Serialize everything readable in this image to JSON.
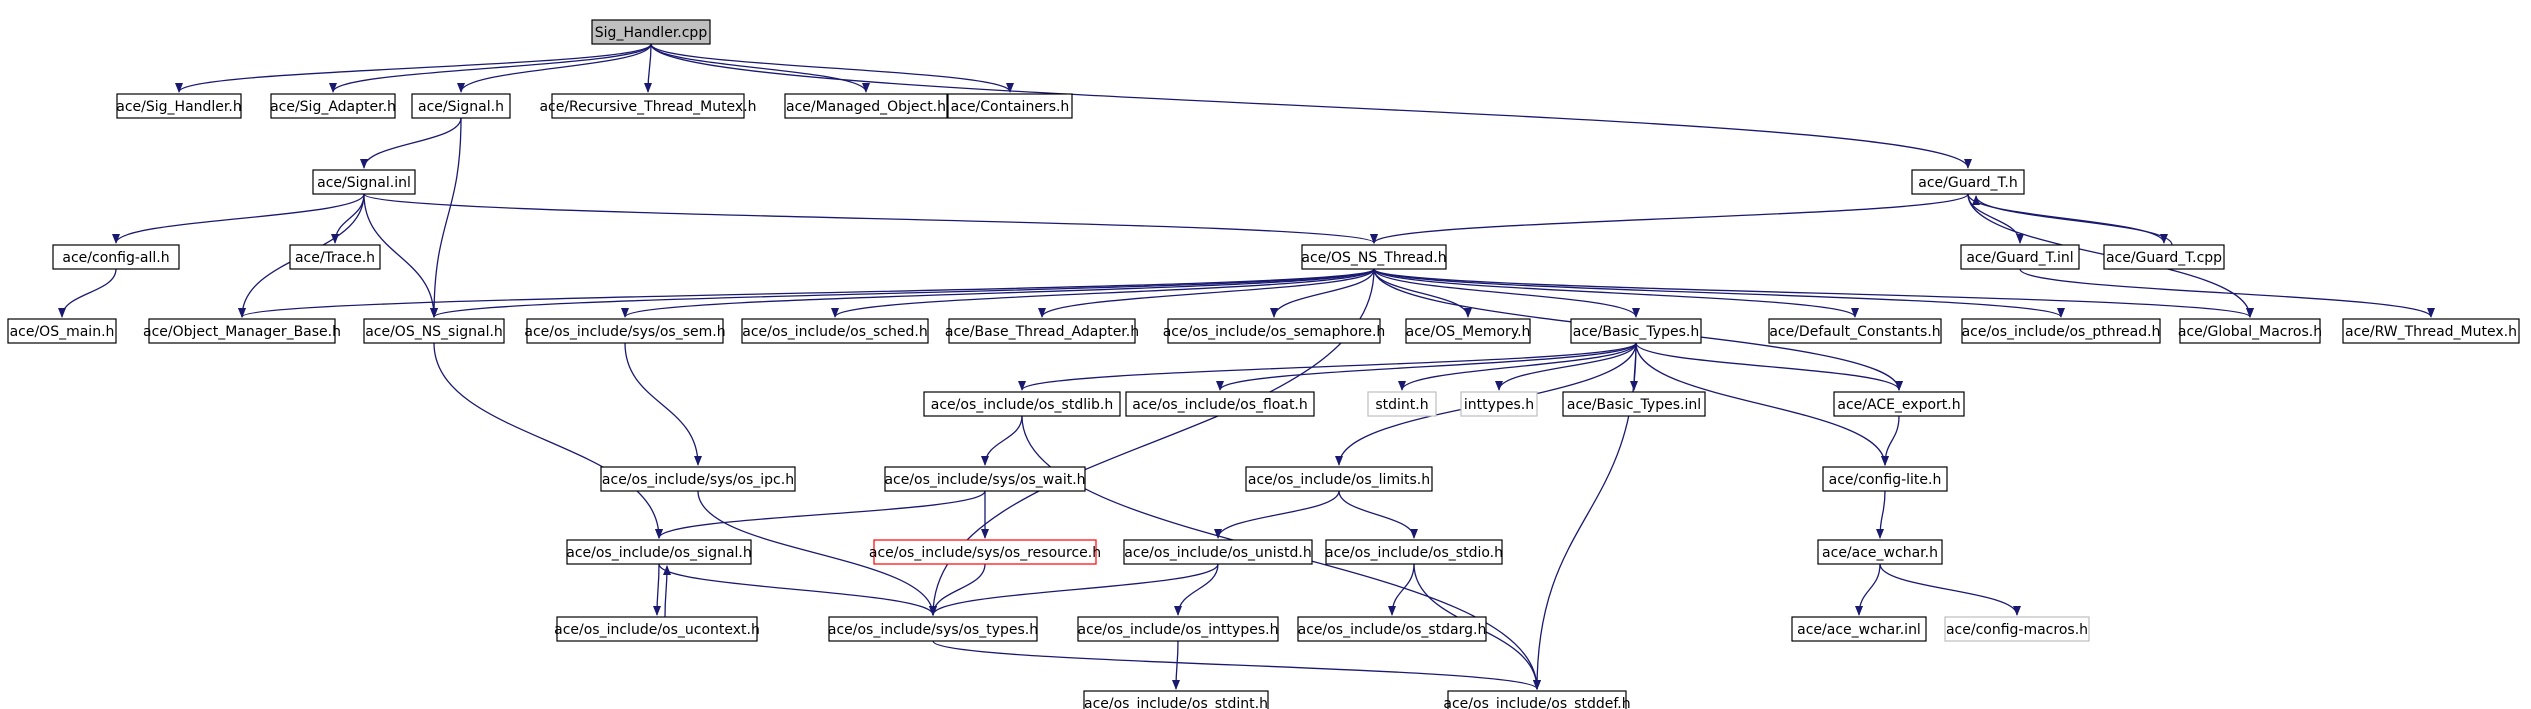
{
  "colors": {
    "edge": "#191970",
    "node_border": "#000000",
    "root_fill": "#bfbfbf",
    "missing_border": "#ff0000",
    "external_border": "#bfbfbf",
    "external_text": "#7f7f7f"
  },
  "nodes": [
    {
      "id": "sig_handler_cpp",
      "label": "Sig_Handler.cpp",
      "kind": "root"
    },
    {
      "id": "sig_handler_h",
      "label": "ace/Sig_Handler.h",
      "kind": "normal"
    },
    {
      "id": "sig_adapter_h",
      "label": "ace/Sig_Adapter.h",
      "kind": "normal"
    },
    {
      "id": "signal_h",
      "label": "ace/Signal.h",
      "kind": "normal"
    },
    {
      "id": "rtm_h",
      "label": "ace/Recursive_Thread_Mutex.h",
      "kind": "normal"
    },
    {
      "id": "managed_object_h",
      "label": "ace/Managed_Object.h",
      "kind": "normal"
    },
    {
      "id": "containers_h",
      "label": "ace/Containers.h",
      "kind": "normal"
    },
    {
      "id": "signal_inl",
      "label": "ace/Signal.inl",
      "kind": "normal"
    },
    {
      "id": "guard_t_h",
      "label": "ace/Guard_T.h",
      "kind": "normal"
    },
    {
      "id": "config_all_h",
      "label": "ace/config-all.h",
      "kind": "normal"
    },
    {
      "id": "trace_h",
      "label": "ace/Trace.h",
      "kind": "normal"
    },
    {
      "id": "os_ns_thread_h",
      "label": "ace/OS_NS_Thread.h",
      "kind": "normal"
    },
    {
      "id": "guard_t_inl",
      "label": "ace/Guard_T.inl",
      "kind": "normal"
    },
    {
      "id": "guard_t_cpp",
      "label": "ace/Guard_T.cpp",
      "kind": "normal"
    },
    {
      "id": "os_main_h",
      "label": "ace/OS_main.h",
      "kind": "normal"
    },
    {
      "id": "object_manager_base_h",
      "label": "ace/Object_Manager_Base.h",
      "kind": "normal"
    },
    {
      "id": "os_ns_signal_h",
      "label": "ace/OS_NS_signal.h",
      "kind": "normal"
    },
    {
      "id": "os_sem_h",
      "label": "ace/os_include/sys/os_sem.h",
      "kind": "normal"
    },
    {
      "id": "os_sched_h",
      "label": "ace/os_include/os_sched.h",
      "kind": "normal"
    },
    {
      "id": "base_thread_adapter_h",
      "label": "ace/Base_Thread_Adapter.h",
      "kind": "normal"
    },
    {
      "id": "os_semaphore_h",
      "label": "ace/os_include/os_semaphore.h",
      "kind": "normal"
    },
    {
      "id": "os_memory_h",
      "label": "ace/OS_Memory.h",
      "kind": "normal"
    },
    {
      "id": "basic_types_h",
      "label": "ace/Basic_Types.h",
      "kind": "normal"
    },
    {
      "id": "default_constants_h",
      "label": "ace/Default_Constants.h",
      "kind": "normal"
    },
    {
      "id": "os_pthread_h",
      "label": "ace/os_include/os_pthread.h",
      "kind": "normal"
    },
    {
      "id": "global_macros_h",
      "label": "ace/Global_Macros.h",
      "kind": "normal"
    },
    {
      "id": "rw_thread_mutex_h",
      "label": "ace/RW_Thread_Mutex.h",
      "kind": "normal"
    },
    {
      "id": "os_stdlib_h",
      "label": "ace/os_include/os_stdlib.h",
      "kind": "normal"
    },
    {
      "id": "os_float_h",
      "label": "ace/os_include/os_float.h",
      "kind": "normal"
    },
    {
      "id": "stdint_h",
      "label": "stdint.h",
      "kind": "external"
    },
    {
      "id": "inttypes_h",
      "label": "inttypes.h",
      "kind": "external"
    },
    {
      "id": "basic_types_inl",
      "label": "ace/Basic_Types.inl",
      "kind": "normal"
    },
    {
      "id": "ace_export_h",
      "label": "ace/ACE_export.h",
      "kind": "normal"
    },
    {
      "id": "os_ipc_h",
      "label": "ace/os_include/sys/os_ipc.h",
      "kind": "normal"
    },
    {
      "id": "os_wait_h",
      "label": "ace/os_include/sys/os_wait.h",
      "kind": "normal"
    },
    {
      "id": "os_limits_h",
      "label": "ace/os_include/os_limits.h",
      "kind": "normal"
    },
    {
      "id": "config_lite_h",
      "label": "ace/config-lite.h",
      "kind": "normal"
    },
    {
      "id": "os_signal_h",
      "label": "ace/os_include/os_signal.h",
      "kind": "normal"
    },
    {
      "id": "os_resource_h",
      "label": "ace/os_include/sys/os_resource.h",
      "kind": "missing"
    },
    {
      "id": "os_unistd_h",
      "label": "ace/os_include/os_unistd.h",
      "kind": "normal"
    },
    {
      "id": "os_stdio_h",
      "label": "ace/os_include/os_stdio.h",
      "kind": "normal"
    },
    {
      "id": "ace_wchar_h",
      "label": "ace/ace_wchar.h",
      "kind": "normal"
    },
    {
      "id": "os_ucontext_h",
      "label": "ace/os_include/os_ucontext.h",
      "kind": "normal"
    },
    {
      "id": "os_types_h",
      "label": "ace/os_include/sys/os_types.h",
      "kind": "normal"
    },
    {
      "id": "os_inttypes_h",
      "label": "ace/os_include/os_inttypes.h",
      "kind": "normal"
    },
    {
      "id": "os_stdarg_h",
      "label": "ace/os_include/os_stdarg.h",
      "kind": "normal"
    },
    {
      "id": "ace_wchar_inl",
      "label": "ace/ace_wchar.inl",
      "kind": "normal"
    },
    {
      "id": "config_macros_h",
      "label": "ace/config-macros.h",
      "kind": "external"
    },
    {
      "id": "os_stdint_h",
      "label": "ace/os_include/os_stdint.h",
      "kind": "normal"
    },
    {
      "id": "os_stddef_h",
      "label": "ace/os_include/os_stddef.h",
      "kind": "normal"
    }
  ],
  "edges": [
    [
      "sig_handler_cpp",
      "sig_handler_h"
    ],
    [
      "sig_handler_cpp",
      "sig_adapter_h"
    ],
    [
      "sig_handler_cpp",
      "signal_h"
    ],
    [
      "sig_handler_cpp",
      "rtm_h"
    ],
    [
      "sig_handler_cpp",
      "managed_object_h"
    ],
    [
      "sig_handler_cpp",
      "containers_h"
    ],
    [
      "sig_handler_cpp",
      "guard_t_h"
    ],
    [
      "signal_h",
      "signal_inl"
    ],
    [
      "signal_h",
      "os_ns_signal_h"
    ],
    [
      "signal_inl",
      "config_all_h"
    ],
    [
      "signal_inl",
      "trace_h"
    ],
    [
      "signal_inl",
      "os_ns_thread_h"
    ],
    [
      "signal_inl",
      "object_manager_base_h"
    ],
    [
      "signal_inl",
      "os_ns_signal_h"
    ],
    [
      "config_all_h",
      "os_main_h"
    ],
    [
      "guard_t_h",
      "os_ns_thread_h"
    ],
    [
      "guard_t_h",
      "guard_t_inl"
    ],
    [
      "guard_t_h",
      "guard_t_cpp"
    ],
    [
      "guard_t_h",
      "global_macros_h"
    ],
    [
      "guard_t_cpp",
      "guard_t_h"
    ],
    [
      "guard_t_inl",
      "rw_thread_mutex_h"
    ],
    [
      "os_ns_thread_h",
      "object_manager_base_h"
    ],
    [
      "os_ns_thread_h",
      "os_ns_signal_h"
    ],
    [
      "os_ns_thread_h",
      "os_sem_h"
    ],
    [
      "os_ns_thread_h",
      "os_sched_h"
    ],
    [
      "os_ns_thread_h",
      "base_thread_adapter_h"
    ],
    [
      "os_ns_thread_h",
      "os_semaphore_h"
    ],
    [
      "os_ns_thread_h",
      "os_memory_h"
    ],
    [
      "os_ns_thread_h",
      "basic_types_h"
    ],
    [
      "os_ns_thread_h",
      "default_constants_h"
    ],
    [
      "os_ns_thread_h",
      "os_pthread_h"
    ],
    [
      "os_ns_thread_h",
      "global_macros_h"
    ],
    [
      "os_ns_thread_h",
      "ace_export_h"
    ],
    [
      "os_ns_thread_h",
      "os_types_h"
    ],
    [
      "basic_types_h",
      "os_stdlib_h"
    ],
    [
      "basic_types_h",
      "os_float_h"
    ],
    [
      "basic_types_h",
      "stdint_h"
    ],
    [
      "basic_types_h",
      "inttypes_h"
    ],
    [
      "basic_types_h",
      "basic_types_inl"
    ],
    [
      "basic_types_h",
      "ace_export_h"
    ],
    [
      "basic_types_h",
      "os_limits_h"
    ],
    [
      "basic_types_h",
      "config_lite_h"
    ],
    [
      "basic_types_h",
      "os_stddef_h"
    ],
    [
      "os_stdlib_h",
      "os_wait_h"
    ],
    [
      "os_stdlib_h",
      "os_stddef_h"
    ],
    [
      "os_sem_h",
      "os_ipc_h"
    ],
    [
      "os_ipc_h",
      "os_types_h"
    ],
    [
      "os_ns_signal_h",
      "os_signal_h"
    ],
    [
      "os_wait_h",
      "os_signal_h"
    ],
    [
      "os_wait_h",
      "os_resource_h"
    ],
    [
      "os_signal_h",
      "os_ucontext_h"
    ],
    [
      "os_signal_h",
      "os_types_h"
    ],
    [
      "os_ucontext_h",
      "os_signal_h"
    ],
    [
      "os_resource_h",
      "os_types_h"
    ],
    [
      "os_limits_h",
      "os_unistd_h"
    ],
    [
      "os_limits_h",
      "os_stdio_h"
    ],
    [
      "os_unistd_h",
      "os_types_h"
    ],
    [
      "os_unistd_h",
      "os_inttypes_h"
    ],
    [
      "os_stdio_h",
      "os_stdarg_h"
    ],
    [
      "os_stdio_h",
      "os_stddef_h"
    ],
    [
      "os_inttypes_h",
      "os_stdint_h"
    ],
    [
      "os_types_h",
      "os_stddef_h"
    ],
    [
      "ace_export_h",
      "config_lite_h"
    ],
    [
      "config_lite_h",
      "ace_wchar_h"
    ],
    [
      "ace_wchar_h",
      "ace_wchar_inl"
    ],
    [
      "ace_wchar_h",
      "config_macros_h"
    ]
  ]
}
